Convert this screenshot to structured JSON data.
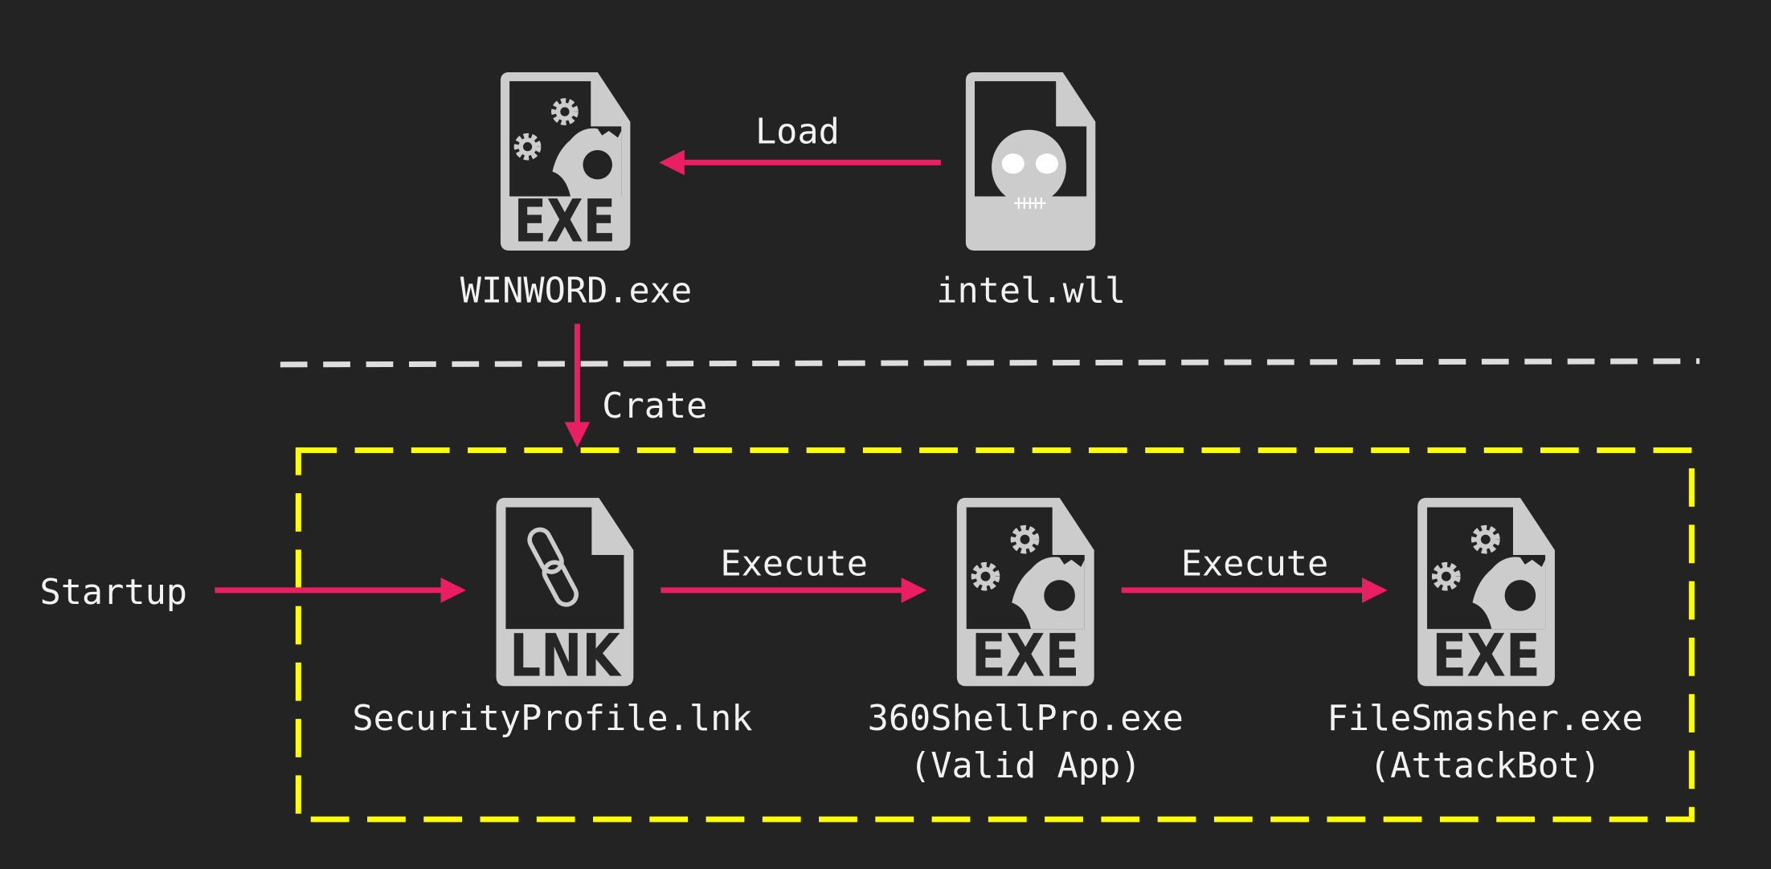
{
  "colors": {
    "background": "#232323",
    "arrow": "#e91e63",
    "boundary": "#ffff00",
    "separator": "#dddddd",
    "icon": "#cccccc"
  },
  "nodes": {
    "winword": {
      "icon": "exe-file-icon",
      "ext": "EXE",
      "label": "WINWORD.exe"
    },
    "intel": {
      "icon": "skull-file-icon",
      "label": "intel.wll"
    },
    "lnk": {
      "icon": "lnk-file-icon",
      "ext": "LNK",
      "label": "SecurityProfile.lnk"
    },
    "shellpro": {
      "icon": "exe-file-icon",
      "ext": "EXE",
      "label": "360ShellPro.exe",
      "sublabel": "(Valid App)"
    },
    "filesmasher": {
      "icon": "exe-file-icon",
      "ext": "EXE",
      "label": "FileSmasher.exe",
      "sublabel": "(AttackBot)"
    }
  },
  "edges": {
    "load": "Load",
    "create": "Crate",
    "startup": "Startup",
    "execute1": "Execute",
    "execute2": "Execute"
  }
}
